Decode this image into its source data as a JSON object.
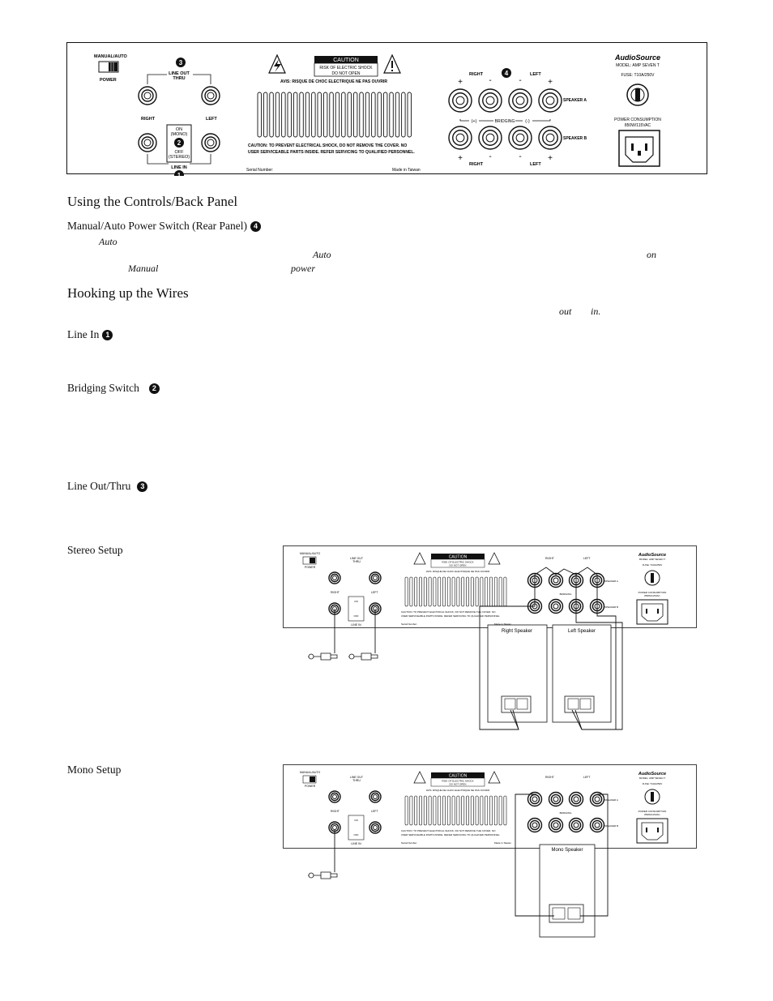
{
  "main_panel": {
    "manual_auto": "MANUAL/AUTO",
    "power": "POWER",
    "line_out_thru": [
      "LINE OUT",
      "THRU"
    ],
    "right": "RIGHT",
    "left": "LEFT",
    "on_mono": [
      "ON",
      "(MONO)"
    ],
    "off_stereo": [
      "OFF",
      "(STEREO)"
    ],
    "line_in": "LINE IN",
    "caution": "CAUTION",
    "caution_lines": [
      "RISK OF ELECTRIC SHOCK",
      "DO NOT OPEN"
    ],
    "mirrored_line": "AVIS: RISQUE DE CHOC ELECTRIQUE NE PAS OUVRIR",
    "warning_lines": [
      "CAUTION: TO PREVENT ELECTRICAL SHOCK, DO NOT REMOVE THE COVER. NO",
      "USER SERVICEABLE PARTS INSIDE. REFER SERVICING TO QUALIFIED PERSONNEL."
    ],
    "serial_number": "Serial Number:",
    "made_in": "Made in Taiwan",
    "bridging": "BRIDGING",
    "plus_paren": "(+)",
    "minus_paren": "(-)",
    "speaker_a": "SPEAKER A",
    "speaker_b": "SPEAKER B",
    "brand": "AudioSource",
    "model": "MODEL: AMP SEVEN T",
    "fuse": "FUSE: T10A/250V",
    "power_consumption": [
      "POWER CONSUMPTION",
      "850W/115VAC"
    ],
    "plus": "+",
    "minus": "-"
  },
  "badges": {
    "one": "1",
    "two": "2",
    "three": "3",
    "four": "4"
  },
  "sections": {
    "using_controls": "Using the Controls/Back Panel",
    "manual_auto_heading": "Manual/Auto Power Switch (Rear Panel)",
    "auto_1": "Auto",
    "auto_2": "Auto",
    "on": "on",
    "manual": "Manual",
    "power": "power",
    "hooking_up": "Hooking up the Wires",
    "out": "out",
    "in": "in.",
    "line_in": "Line In",
    "bridging_switch": "Bridging Switch",
    "line_out_thru": "Line Out/Thru",
    "stereo_setup": "Stereo Setup",
    "mono_setup": "Mono Setup"
  },
  "diagrams": {
    "right_speaker": "Right Speaker",
    "left_speaker": "Left Speaker",
    "mono_speaker": "Mono Speaker"
  }
}
